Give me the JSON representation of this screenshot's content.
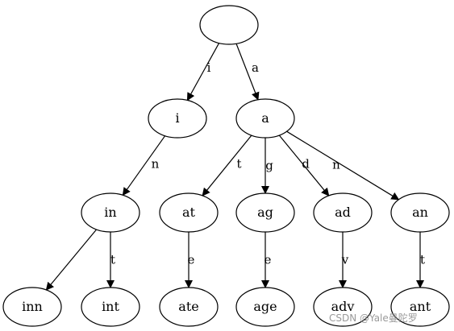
{
  "diagram": {
    "type": "trie",
    "nodes": [
      {
        "id": "root",
        "label": ""
      },
      {
        "id": "i",
        "label": "i"
      },
      {
        "id": "a",
        "label": "a"
      },
      {
        "id": "in",
        "label": "in"
      },
      {
        "id": "at",
        "label": "at"
      },
      {
        "id": "ag",
        "label": "ag"
      },
      {
        "id": "ad",
        "label": "ad"
      },
      {
        "id": "an",
        "label": "an"
      },
      {
        "id": "inn",
        "label": "inn"
      },
      {
        "id": "int",
        "label": "int"
      },
      {
        "id": "ate",
        "label": "ate"
      },
      {
        "id": "age",
        "label": "age"
      },
      {
        "id": "adv",
        "label": "adv"
      },
      {
        "id": "ant",
        "label": "ant"
      }
    ],
    "edges": [
      {
        "from": "root",
        "to": "i",
        "label": "i"
      },
      {
        "from": "root",
        "to": "a",
        "label": "a"
      },
      {
        "from": "i",
        "to": "in",
        "label": "n"
      },
      {
        "from": "a",
        "to": "at",
        "label": "t"
      },
      {
        "from": "a",
        "to": "ag",
        "label": "g"
      },
      {
        "from": "a",
        "to": "ad",
        "label": "d"
      },
      {
        "from": "a",
        "to": "an",
        "label": "n"
      },
      {
        "from": "in",
        "to": "inn",
        "label": ""
      },
      {
        "from": "in",
        "to": "int",
        "label": "t"
      },
      {
        "from": "at",
        "to": "ate",
        "label": "e"
      },
      {
        "from": "ag",
        "to": "age",
        "label": "e"
      },
      {
        "from": "ad",
        "to": "adv",
        "label": "v"
      },
      {
        "from": "an",
        "to": "ant",
        "label": "t"
      }
    ]
  },
  "watermark": "CSDN @Yale曼陀罗"
}
